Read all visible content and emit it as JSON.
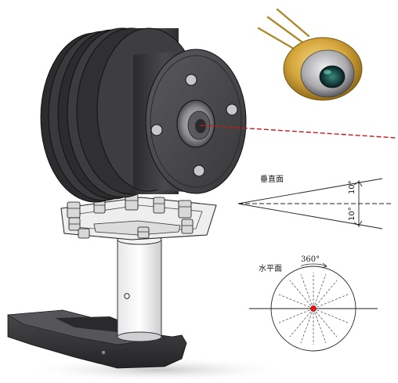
{
  "labels": {
    "vertical_plane": "垂直面",
    "horizontal_plane": "水平面",
    "full_angle": "360°",
    "vertical_angle_upper": "10°",
    "vertical_angle_lower": "10°"
  },
  "colors": {
    "laser_beam": "#c41a1a",
    "emitter_dot": "#e01818",
    "housing_dark": "#3a3a3c",
    "diode_gold": "#d4a53a"
  }
}
